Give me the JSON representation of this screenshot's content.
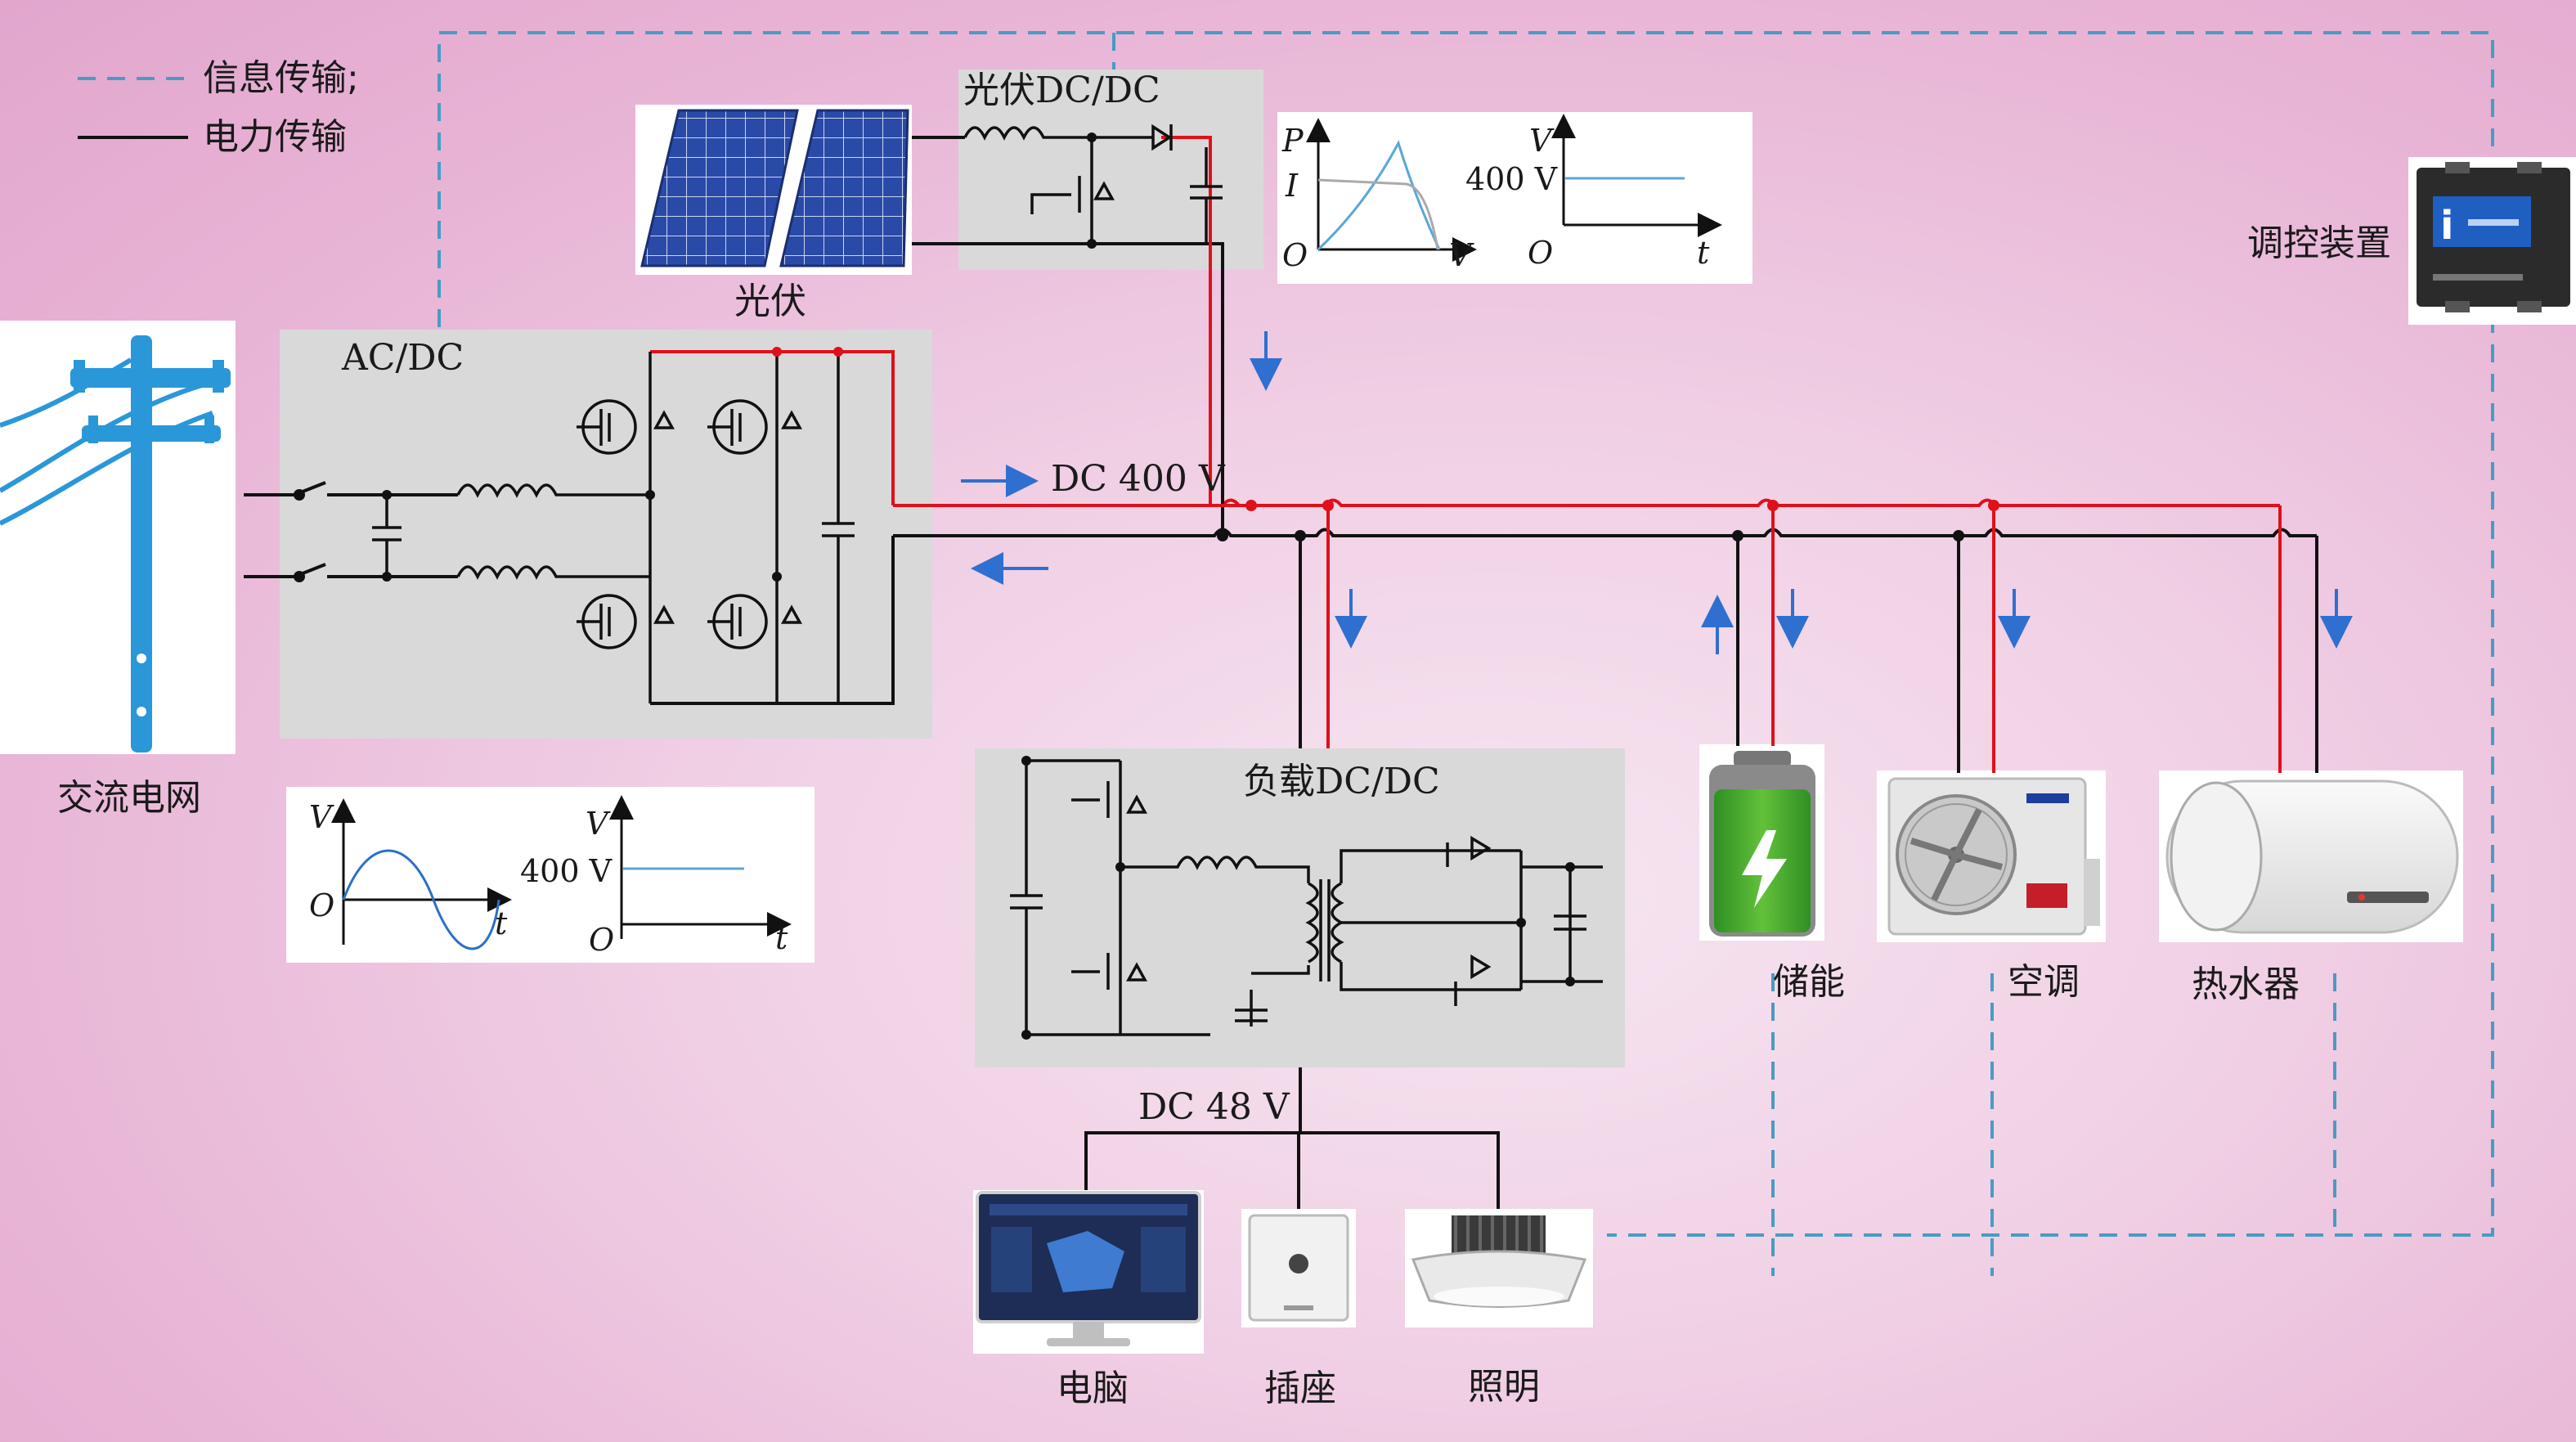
{
  "legend": {
    "info_label": "信息传输;",
    "power_label": "电力传输"
  },
  "blocks": {
    "acdc": "AC/DC",
    "pv_dcdc": "光伏DC/DC",
    "load_dcdc": "负载DC/DC"
  },
  "bus": {
    "dc400": "DC 400 V",
    "dc48": "DC 48 V"
  },
  "devices": {
    "pv": "光伏",
    "grid": "交流电网",
    "controller": "调控装置",
    "storage": "储能",
    "ac": "空调",
    "heater": "热水器",
    "computer": "电脑",
    "socket": "插座",
    "lighting": "照明"
  },
  "plots": {
    "pv_pv": {
      "y1": "P",
      "y2": "I",
      "x": "V",
      "origin": "O"
    },
    "pv_vt": {
      "y": "V",
      "x": "t",
      "origin": "O",
      "level": "400 V"
    },
    "grid_sine": {
      "y": "V",
      "x": "t",
      "origin": "O"
    },
    "grid_vt": {
      "y": "V",
      "x": "t",
      "origin": "O",
      "level": "400 V"
    }
  },
  "colors": {
    "power_line_positive": "#e0101a",
    "power_line_negative": "#111111",
    "info_line": "#4a9bc3",
    "flow_arrow": "#2f6fd0",
    "converter_box": "#d9d9d9",
    "plot_curve": "#5aa7d6"
  },
  "icons": {
    "pv": "solar-panel-icon",
    "grid": "utility-pole-icon",
    "controller": "controller-device-icon",
    "storage": "battery-icon",
    "ac": "air-conditioner-icon",
    "heater": "water-heater-icon",
    "computer": "monitor-icon",
    "socket": "socket-icon",
    "lighting": "downlight-icon"
  }
}
